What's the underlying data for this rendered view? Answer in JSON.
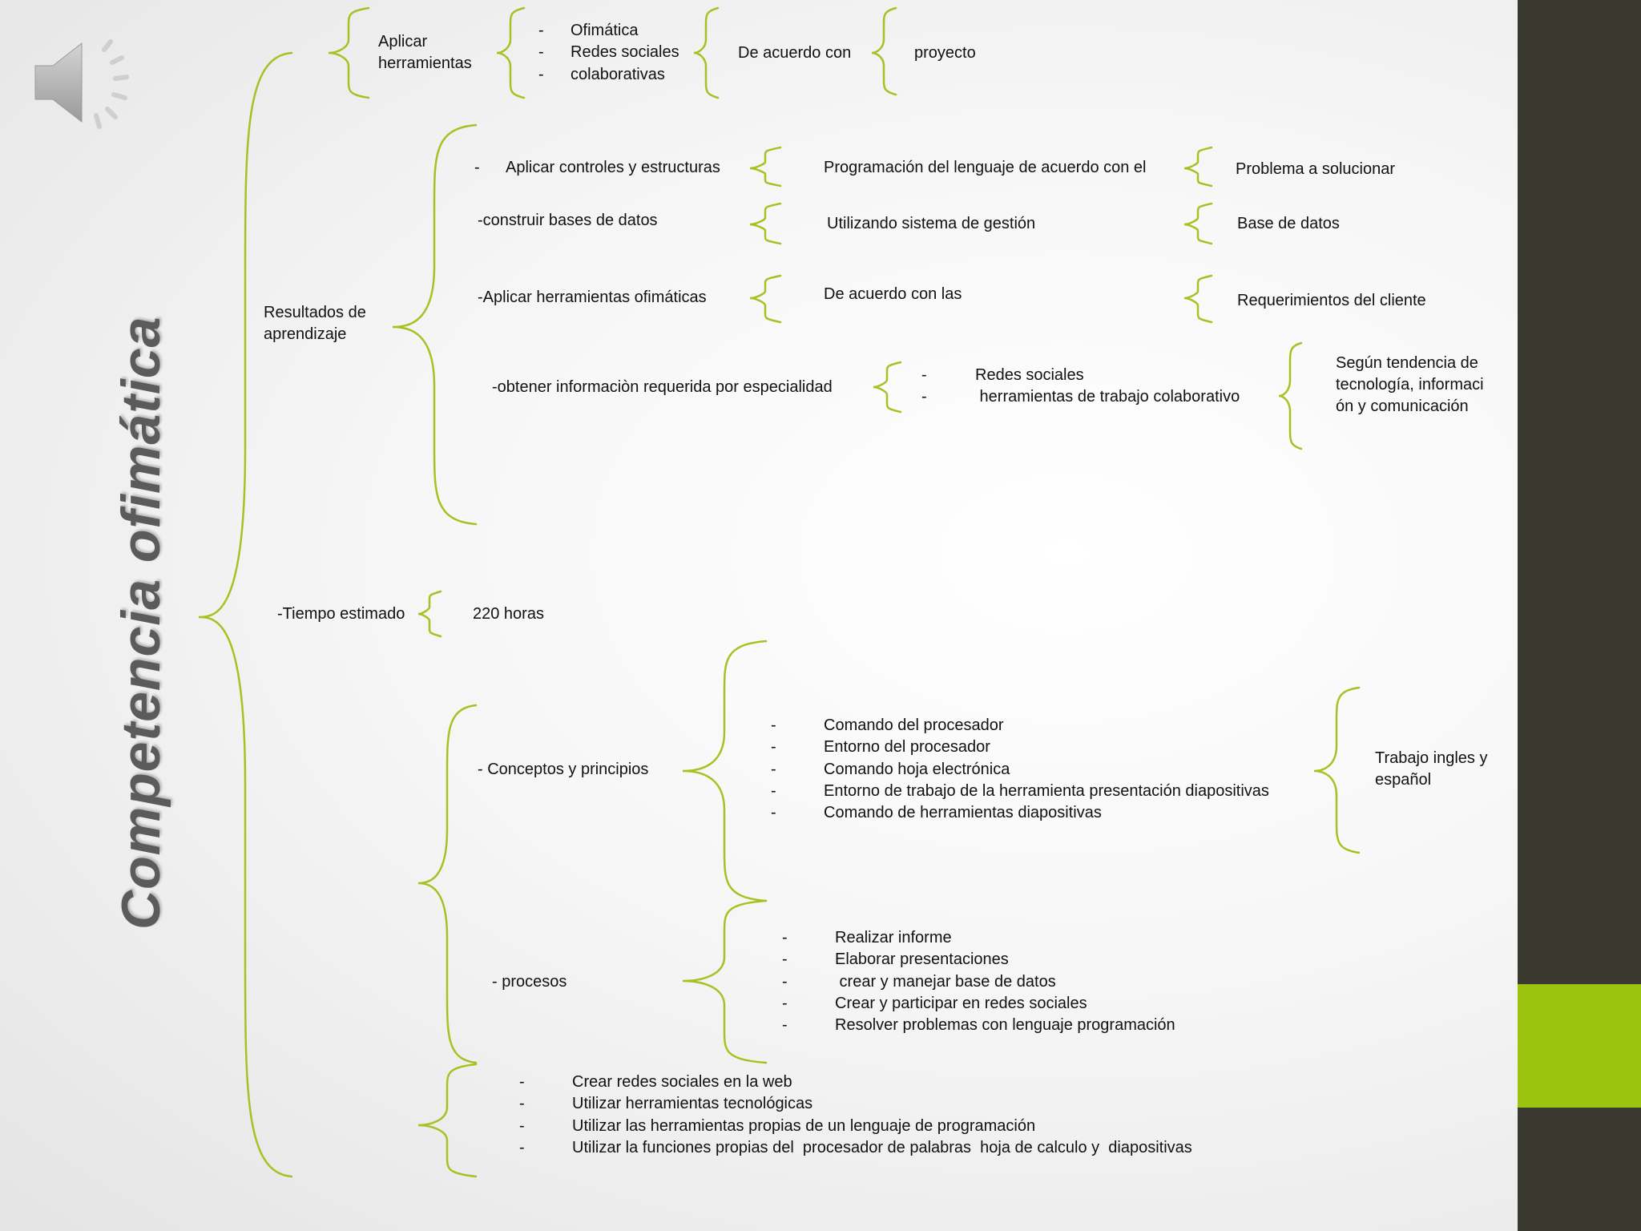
{
  "title": "Competencia ofimática",
  "accent_color": "#9bc40e",
  "bracket_color": "#a6c222",
  "sidebar_color": "#3a392f",
  "icons": {
    "speaker": "speaker-icon"
  },
  "nodes": {
    "aplicar_herramientas": "Aplicar\nherramientas",
    "tools_list": [
      "Ofimática",
      "Redes sociales",
      "colaborativas"
    ],
    "de_acuerdo_con": "De acuerdo con",
    "proyecto": "proyecto",
    "resultados": "Resultados de\naprendizaje",
    "r1": "Aplicar controles y estructuras",
    "r1_mid": "Programación del lenguaje de acuerdo con el",
    "r1_end": "Problema a solucionar",
    "r2": "-construir bases de datos",
    "r2_mid": "Utilizando sistema de gestión",
    "r2_end": "Base de datos",
    "r3": "-Aplicar herramientas ofimáticas",
    "r3_mid": "De acuerdo con las",
    "r3_end": "Requerimientos del cliente",
    "r4": "-obtener informaciòn requerida por especialidad",
    "r4_list": [
      "Redes sociales",
      " herramientas de trabajo colaborativo"
    ],
    "r4_end": "Según tendencia de\ntecnología, informaci\nón y comunicación",
    "tiempo": "-Tiempo estimado",
    "horas": "220 horas",
    "conceptos": "- Conceptos y principios",
    "conceptos_list": [
      "Comando del procesador",
      "Entorno del procesador",
      "Comando hoja electrónica",
      "Entorno de trabajo de la herramienta presentación diapositivas",
      "Comando de herramientas diapositivas"
    ],
    "trabajo": "Trabajo ingles y\nespañol",
    "procesos": "- procesos",
    "procesos_list": [
      "Realizar informe",
      "Elaborar presentaciones",
      " crear y manejar base de datos",
      "Crear y participar en redes sociales",
      "Resolver problemas con lenguaje programación"
    ],
    "bottom_list": [
      "Crear redes sociales en la web",
      "Utilizar herramientas tecnológicas",
      "Utilizar las herramientas propias de un lenguaje de programación",
      "Utilizar la funciones propias del  procesador de palabras  hoja de calculo y  diapositivas"
    ]
  }
}
